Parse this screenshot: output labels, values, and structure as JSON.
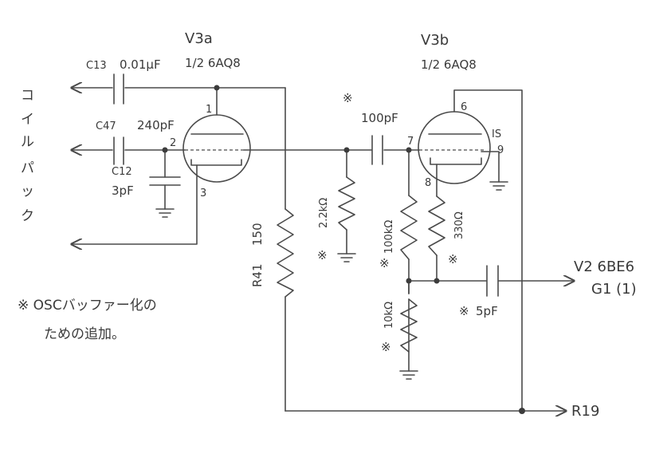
{
  "tube_a": {
    "name": "V3a",
    "type": "1/2 6AQ8",
    "pins": {
      "plate": "1",
      "grid": "2",
      "cathode": "3"
    }
  },
  "tube_b": {
    "name": "V3b",
    "type": "1/2 6AQ8",
    "pins": {
      "plate": "6",
      "grid": "7",
      "cathode": "8",
      "shield": "IS",
      "heater": "9"
    }
  },
  "components": {
    "c13": {
      "ref": "C13",
      "value": "0.01μF"
    },
    "c47": {
      "ref": "C47",
      "value": "240pF"
    },
    "c12": {
      "ref": "C12",
      "value": "3pF"
    },
    "c_grid": {
      "mark": "※",
      "value": "100pF"
    },
    "r41": {
      "ref": "R41",
      "value": "150"
    },
    "r_grid": {
      "value": "2.2kΩ",
      "mark": "※"
    },
    "r_div_top": {
      "value": "100kΩ",
      "mark": "※"
    },
    "r_div_bot": {
      "value": "10kΩ",
      "mark": "※"
    },
    "r_cathode": {
      "value": "330Ω",
      "mark": "※"
    },
    "c_out": {
      "value": "5pF",
      "mark": "※"
    }
  },
  "left_label": [
    "コ",
    "イ",
    "ル",
    "パ",
    "ッ",
    "ク"
  ],
  "output": {
    "line1": "V2 6BE6",
    "line2": "G1 (1)"
  },
  "return_label": "R19",
  "note": {
    "line1": "※ OSCバッファー化の",
    "line2": "ための追加。"
  }
}
